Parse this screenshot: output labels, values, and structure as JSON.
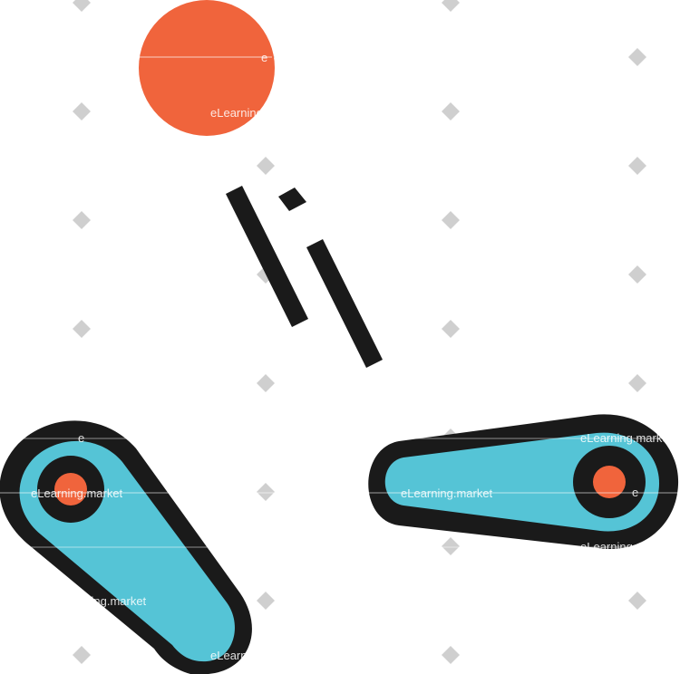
{
  "illustration": {
    "subject": "pinball",
    "icons": [
      "pinball-ball-icon",
      "motion-lines-icon",
      "left-flipper-icon",
      "right-flipper-icon"
    ]
  },
  "watermark": {
    "text": "eLearning.market",
    "letter": "e"
  },
  "colors": {
    "background": "#ffffff",
    "ball": "#f0643c",
    "flipper_fill": "#55c4d6",
    "outline": "#1a1a1a",
    "pivot": "#f0643c",
    "watermark_diamond": "#cfcfcf"
  }
}
